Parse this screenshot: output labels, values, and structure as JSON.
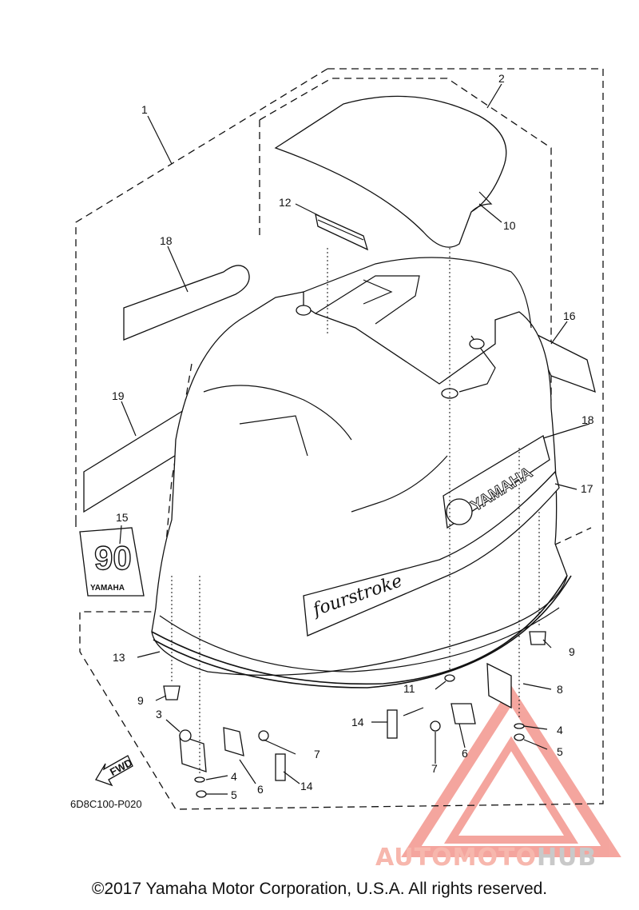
{
  "diagram": {
    "part_number_code": "6D8C100-P020",
    "fwd_label": "FWD",
    "decal_brand": "YAMAHA",
    "decal_model": "fourstroke",
    "decal_hp": "90",
    "callouts": [
      "1",
      "2",
      "3",
      "4",
      "4",
      "5",
      "5",
      "6",
      "6",
      "7",
      "7",
      "8",
      "9",
      "9",
      "10",
      "11",
      "12",
      "13",
      "14",
      "14",
      "15",
      "16",
      "17",
      "18",
      "18",
      "19"
    ]
  },
  "footer": {
    "copyright": "©2017 Yamaha Motor Corporation, U.S.A. All rights reserved."
  },
  "watermark": {
    "text_part1": "AUTOMOTO",
    "text_part2": "HUB",
    "color_red": "#e8392a",
    "color_gray": "#9a9a9a"
  }
}
